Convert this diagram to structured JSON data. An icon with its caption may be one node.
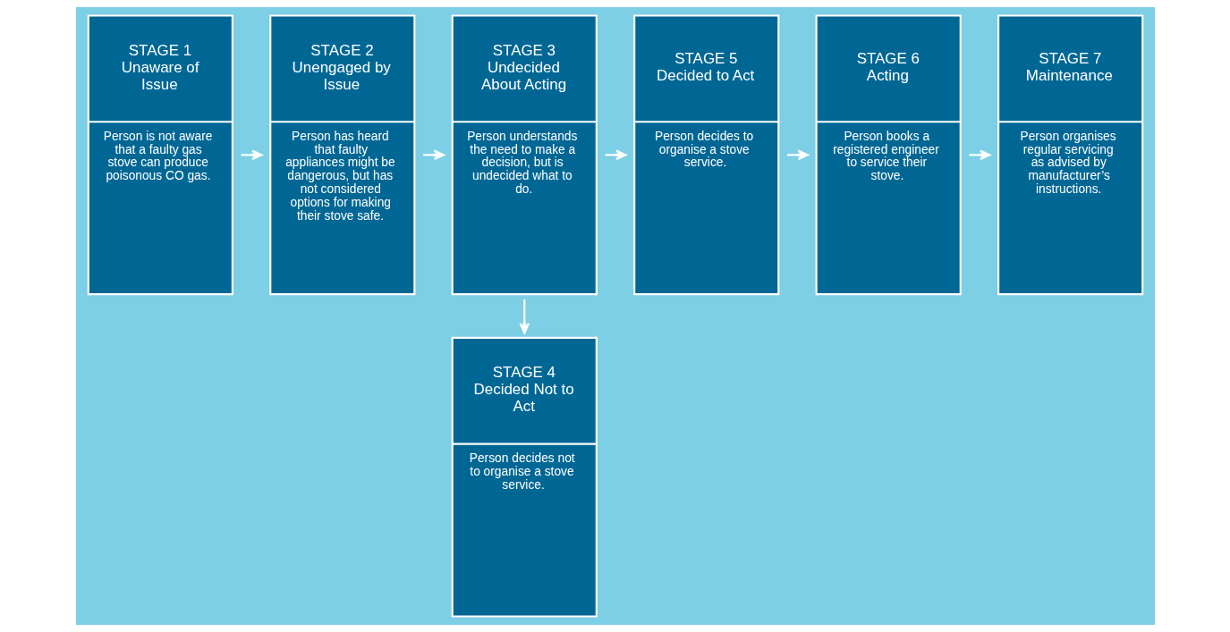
{
  "diagram": {
    "nodes": [
      {
        "text": [
          "STAGE 1",
          "Unaware of Issue",
          "Person is not aware that a faulty gas stove can produce poisonous CO gas."
        ]
      },
      {
        "text": [
          "STAGE 2",
          "Unengaged by Issue",
          "Person has heard that faulty appliances might be dangerous, but has not considered options for making their stove safe."
        ]
      },
      {
        "text": [
          "STAGE 3",
          "Undecided About Acting",
          "Person understands the need to make a decision, but is undecided what to do."
        ]
      },
      {
        "text": [
          "STAGE 4",
          "Decided Not to Act",
          "Person decides not to organise a stove service."
        ]
      },
      {
        "text": [
          "STAGE 5",
          "Decided to Act",
          "Person decides to organise a stove service."
        ]
      },
      {
        "text": [
          "STAGE 6",
          "Acting",
          "Person books a registered engineer to service their stove."
        ]
      },
      {
        "text": [
          "STAGE 7",
          "Maintenance",
          "Person organises regular servicing as advised by manufacturer’s instructions."
        ]
      }
    ],
    "edges": [
      {
        "from": 0,
        "to": 1,
        "arrow": "to"
      },
      {
        "from": 1,
        "to": 2,
        "arrow": "to"
      },
      {
        "from": 2,
        "to": 4,
        "arrow": "to"
      },
      {
        "from": 4,
        "to": 5,
        "arrow": "to"
      },
      {
        "from": 5,
        "to": 6,
        "arrow": "to"
      },
      {
        "from": 2,
        "to": 3,
        "arrow": "to"
      }
    ]
  }
}
